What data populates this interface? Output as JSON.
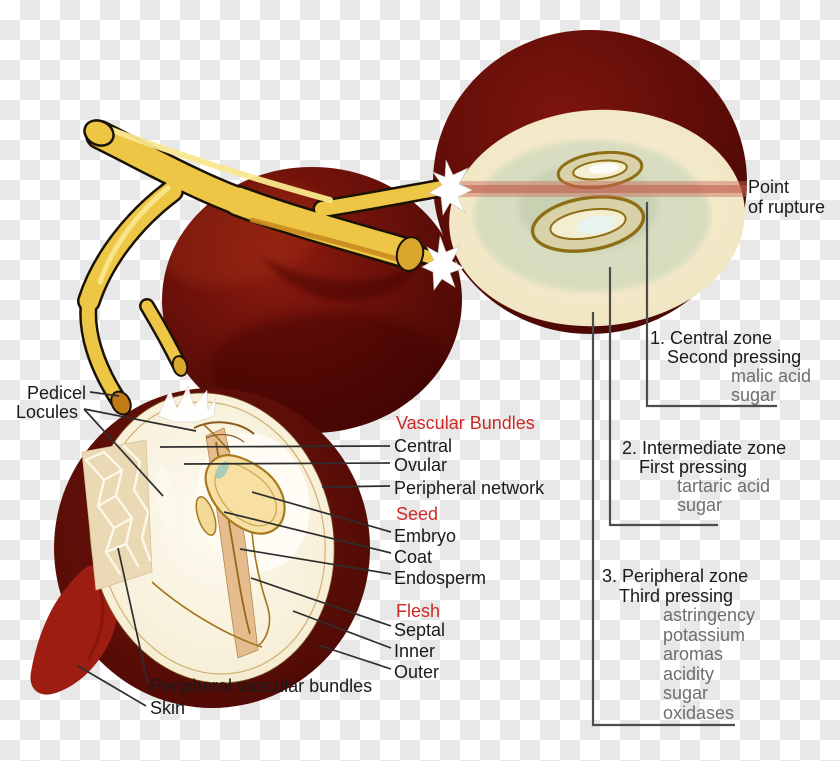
{
  "figure_title": "grape-berry-anatomy-diagram",
  "point_of_rupture": {
    "line1": "Point",
    "line2": "of rupture"
  },
  "zones": [
    {
      "title": "1. Central zone",
      "pressing": "Second pressing",
      "compounds": [
        "malic acid",
        "sugar"
      ]
    },
    {
      "title": "2. Intermediate zone",
      "pressing": "First pressing",
      "compounds": [
        "tartaric acid",
        "sugar"
      ]
    },
    {
      "title": "3. Peripheral zone",
      "pressing": "Third pressing",
      "compounds": [
        "astringency",
        "potassium",
        "aromas",
        "acidity",
        "sugar",
        "oxidases"
      ]
    }
  ],
  "left_labels": {
    "pedicel": "Pedicel",
    "locules": "Locules"
  },
  "anatomy_groups": [
    {
      "heading": "Vascular Bundles",
      "items": [
        "Central",
        "Ovular",
        "Peripheral network"
      ]
    },
    {
      "heading": "Seed",
      "items": [
        "Embryo",
        "Coat",
        "Endosperm"
      ]
    },
    {
      "heading": "Flesh",
      "items": [
        "Septal",
        "Inner",
        "Outer"
      ]
    }
  ],
  "bottom_labels": {
    "peripheral_vascular_bundles": "Peripheral vascular bundles",
    "skin": "Skin"
  },
  "colors": {
    "heading_red": "#cc2a28",
    "compound_gray": "#6e6e6e",
    "text_black": "#1a1a1a",
    "grape_skin_dark": "#5c0e08",
    "grape_skin_light": "#8a1a10",
    "flesh_cream": "#f4ebcb",
    "zone_green": "#ccd4b8",
    "stem_yellow": "#f0c94a",
    "rupture_band_pink": "#c96a5c",
    "skin_flap_red": "#9d1d12",
    "seed_yellow": "#f7e0a2"
  }
}
